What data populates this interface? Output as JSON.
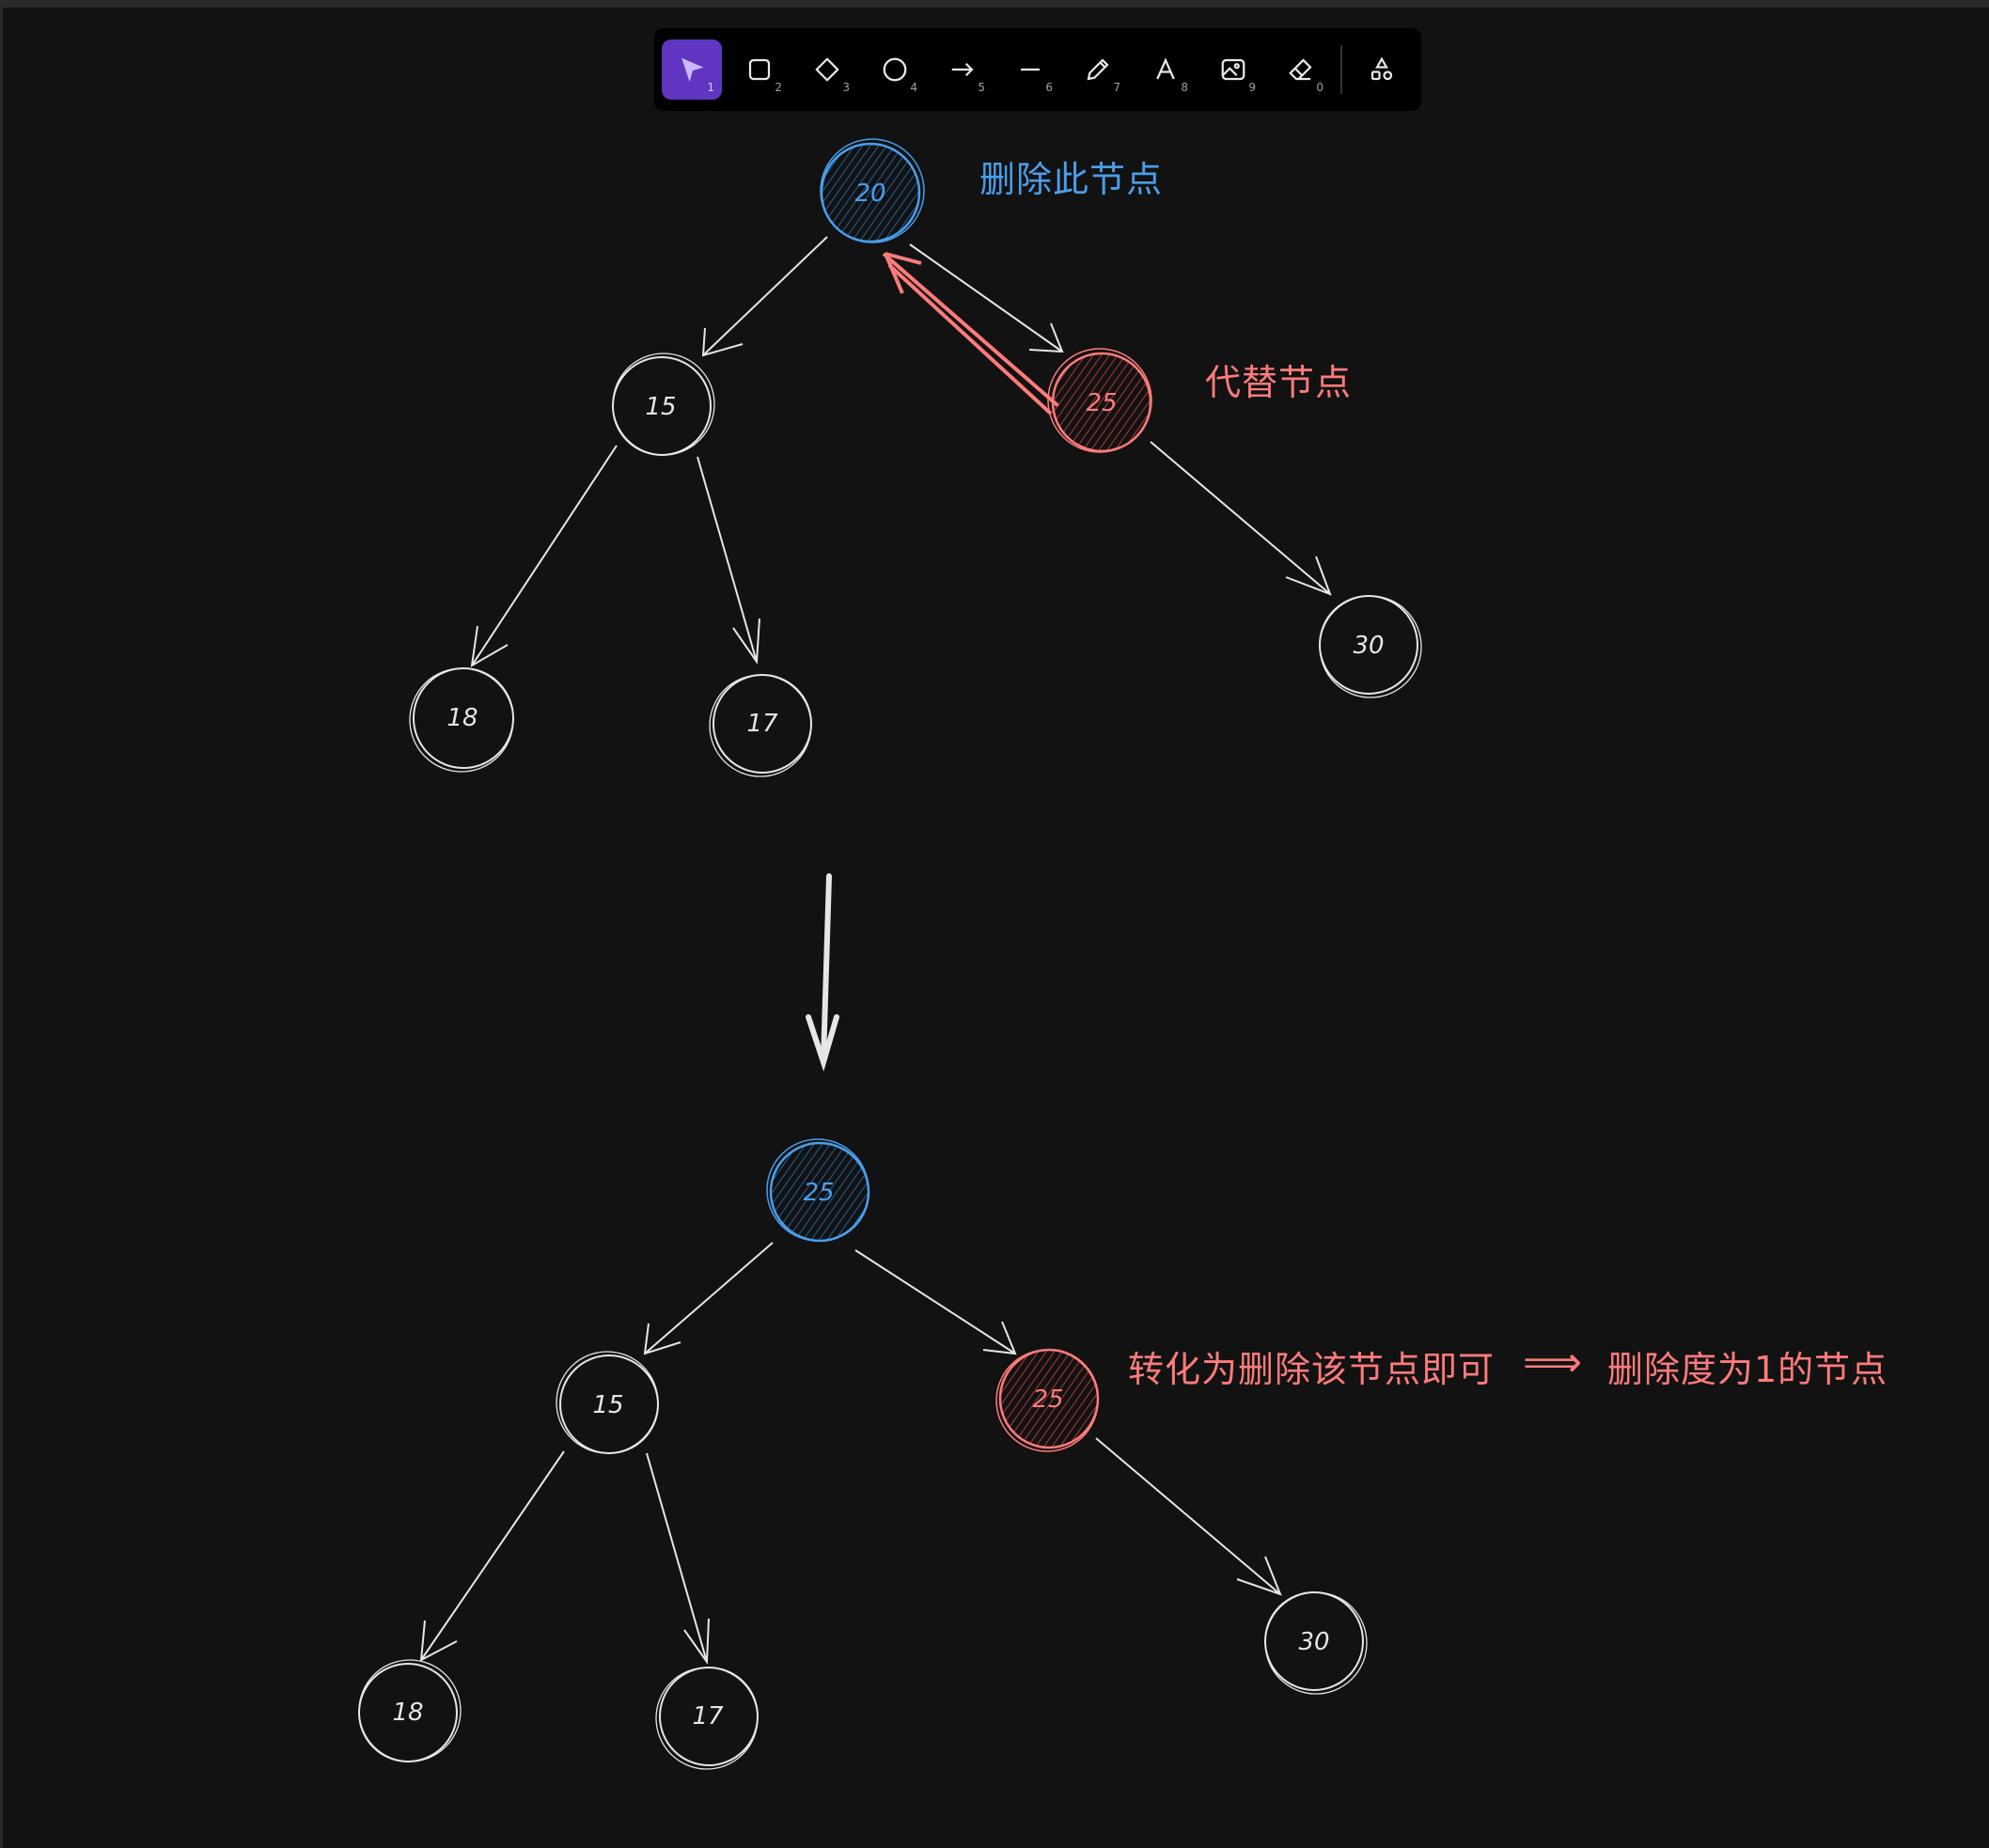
{
  "toolbar": {
    "tools": [
      {
        "name": "selection-tool",
        "key": "1",
        "icon": "pointer-icon",
        "active": true
      },
      {
        "name": "rectangle-tool",
        "key": "2",
        "icon": "rectangle-icon"
      },
      {
        "name": "diamond-tool",
        "key": "3",
        "icon": "diamond-icon"
      },
      {
        "name": "ellipse-tool",
        "key": "4",
        "icon": "ellipse-icon"
      },
      {
        "name": "arrow-tool",
        "key": "5",
        "icon": "arrow-icon"
      },
      {
        "name": "line-tool",
        "key": "6",
        "icon": "line-icon"
      },
      {
        "name": "draw-tool",
        "key": "7",
        "icon": "pencil-icon"
      },
      {
        "name": "text-tool",
        "key": "8",
        "icon": "text-icon"
      },
      {
        "name": "image-tool",
        "key": "9",
        "icon": "image-icon"
      },
      {
        "name": "eraser-tool",
        "key": "0",
        "icon": "eraser-icon"
      },
      {
        "name": "shapes-library-tool",
        "key": "",
        "icon": "shapes-icon"
      }
    ]
  },
  "colors": {
    "background": "#121212",
    "stroke": "#e6e6e6",
    "blue": "#4a9eeb",
    "red": "#ff7b7b",
    "accent": "#6035c2"
  },
  "annotations": {
    "delete_node": "删除此节点",
    "replace_node": "代替节点",
    "convert": "转化为删除该节点即可",
    "implies": "⟹",
    "delete_degree1": "删除度为1的节点"
  },
  "tree_before": {
    "root": "20",
    "left": "15",
    "right": "25",
    "left_left": "18",
    "left_right": "17",
    "right_right": "30"
  },
  "tree_after": {
    "root": "25",
    "left": "15",
    "right": "25",
    "left_left": "18",
    "left_right": "17",
    "right_right": "30"
  }
}
